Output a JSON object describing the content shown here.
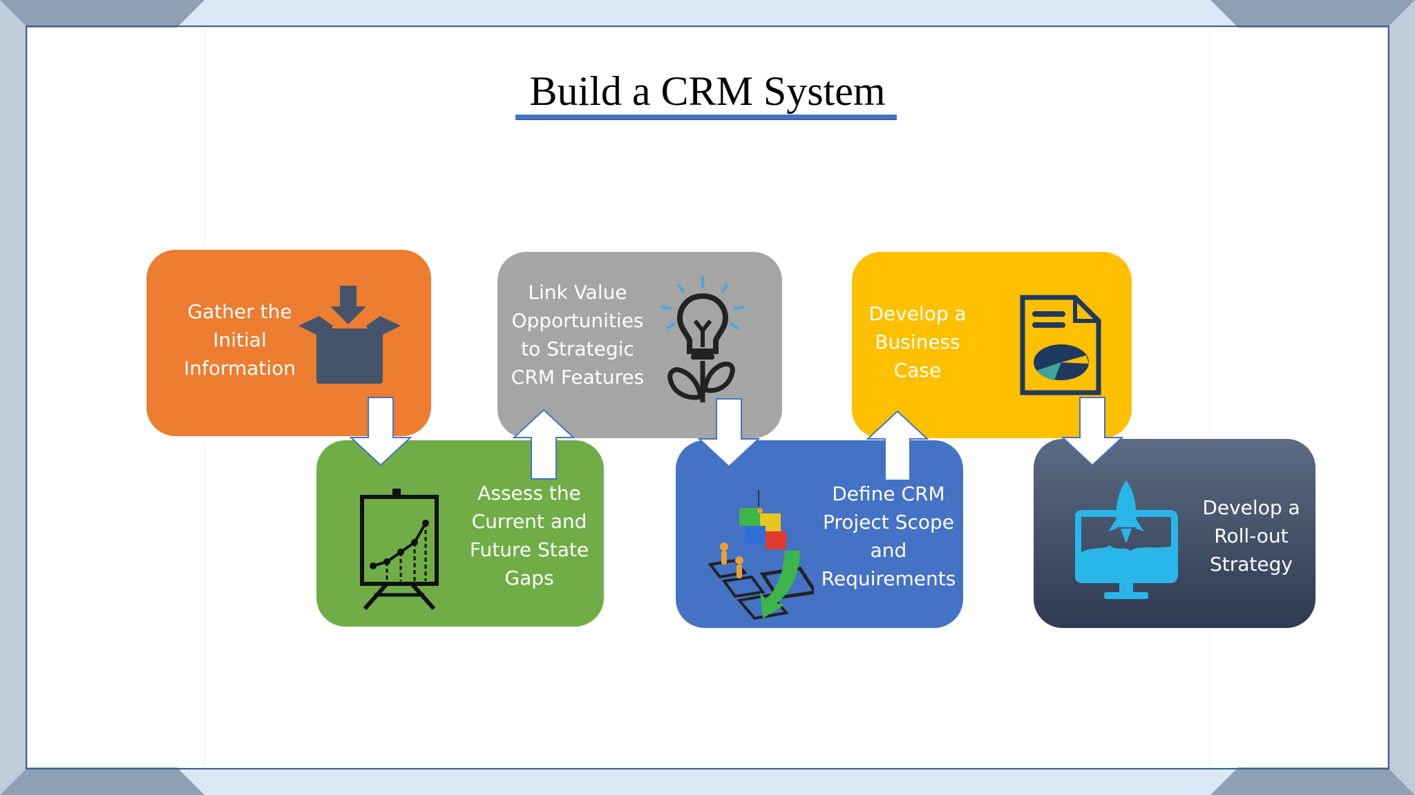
{
  "title": "Build a CRM System",
  "colors": {
    "accent": "#4472c4",
    "step1": "#ed7d31",
    "step2": "#70ad47",
    "step3": "#a5a5a5",
    "step4": "#4472c4",
    "step5": "#ffc000",
    "step6": "#44546a"
  },
  "steps": [
    {
      "label_lines": [
        "Gather the",
        "Initial",
        "Information"
      ],
      "icon": "box-download-icon"
    },
    {
      "label_lines": [
        "Assess the",
        "Current and",
        "Future State",
        "Gaps"
      ],
      "icon": "chart-easel-icon"
    },
    {
      "label_lines": [
        "Link Value",
        "Opportunities",
        "to Strategic",
        "CRM Features"
      ],
      "icon": "lightbulb-plant-icon"
    },
    {
      "label_lines": [
        "Define CRM",
        "Project Scope",
        "and",
        "Requirements"
      ],
      "icon": "puzzle-stairs-icon"
    },
    {
      "label_lines": [
        "Develop a",
        "Business",
        "Case"
      ],
      "icon": "document-pie-icon"
    },
    {
      "label_lines": [
        "Develop a",
        "Roll-out",
        "Strategy"
      ],
      "icon": "rocket-monitor-icon"
    }
  ]
}
